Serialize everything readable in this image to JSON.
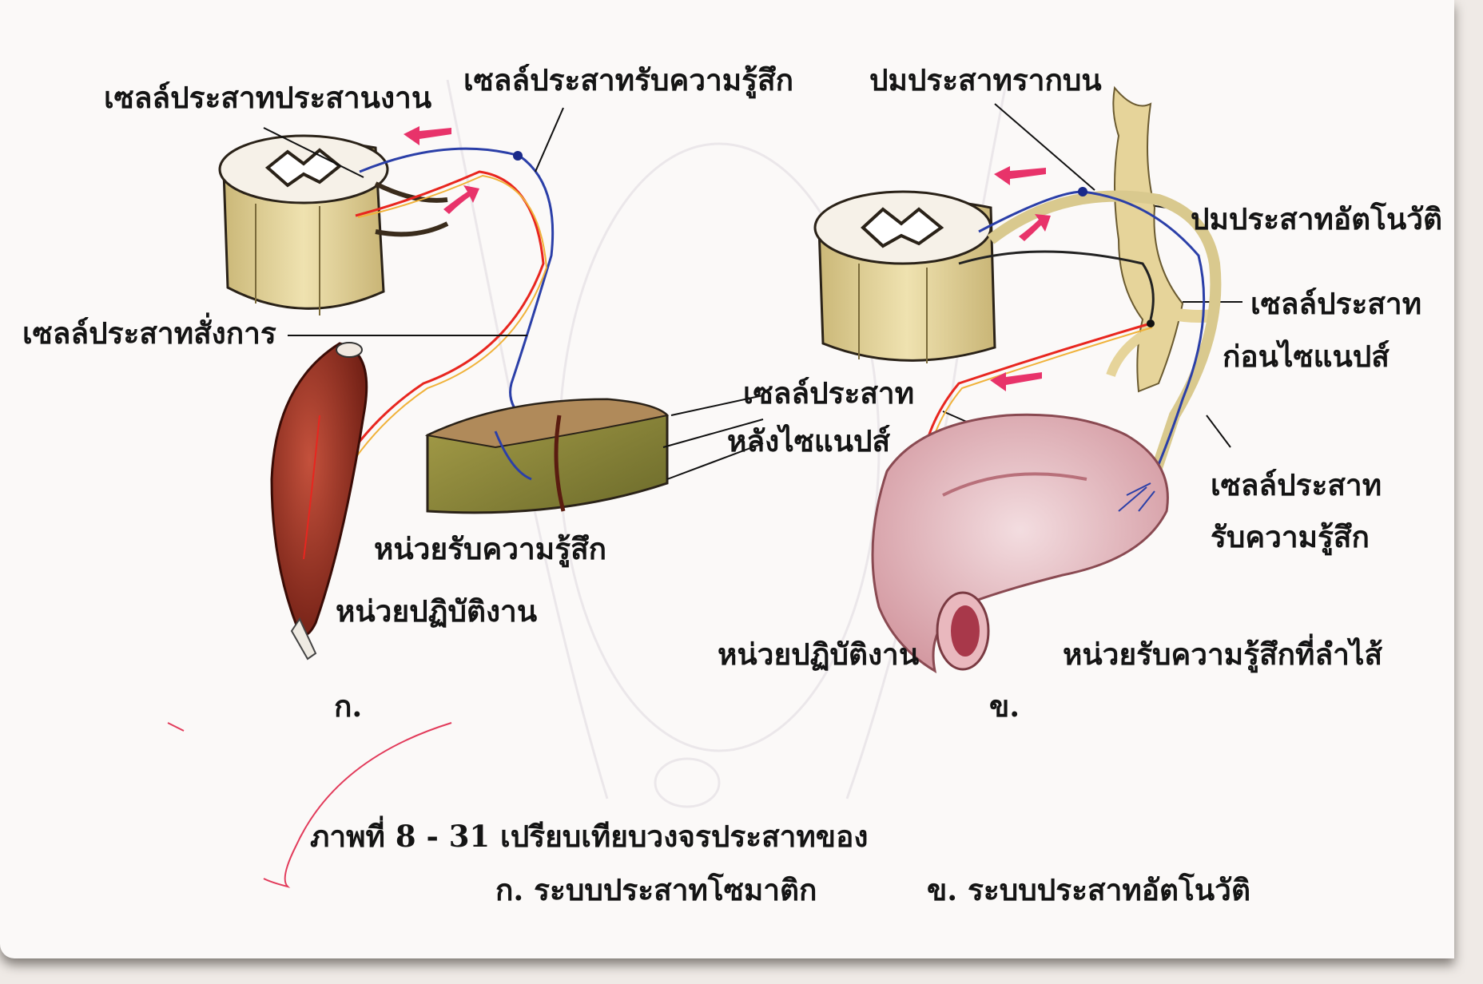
{
  "figure_a": {
    "letter": "ก.",
    "labels": {
      "interneuron": "เซลล์ประสาทประสานงาน",
      "sensory_neuron": "เซลล์ประสาทรับความรู้สึก",
      "motor_neuron": "เซลล์ประสาทสั่งการ",
      "receptor": "หน่วยรับความรู้สึก",
      "effector": "หน่วยปฏิบัติงาน"
    }
  },
  "figure_b": {
    "letter": "ข.",
    "labels": {
      "dorsal_root_ganglion": "ปมประสาทรากบน",
      "autonomic_ganglion": "ปมประสาทอัตโนวัติ",
      "preganglionic_1": "เซลล์ประสาท",
      "preganglionic_2": "ก่อนไซแนปส์",
      "postganglionic_1": "เซลล์ประสาท",
      "postganglionic_2": "หลังไซแนปส์",
      "sensory_1": "เซลล์ประสาท",
      "sensory_2": "รับความรู้สึก",
      "effector": "หน่วยปฏิบัติงาน",
      "intestine_receptor": "หน่วยรับความรู้สึกที่ลำไส้"
    }
  },
  "caption": {
    "line1": "ภาพที่ 8 - 31 เปรียบเทียบวงจรประสาทของ",
    "part_a": "ก. ระบบประสาทโซมาติก",
    "part_b": "ข. ระบบประสาทอัตโนวัติ"
  },
  "colors": {
    "sensory_fiber": "#2b3fa8",
    "motor_fiber": "#e8261f",
    "arrow": "#e8336a",
    "spinal_cord": "#d9c98e",
    "muscle": "#8c2a1e",
    "intestine": "#e8c2c6",
    "nerve_trunk": "#e6d49a"
  }
}
